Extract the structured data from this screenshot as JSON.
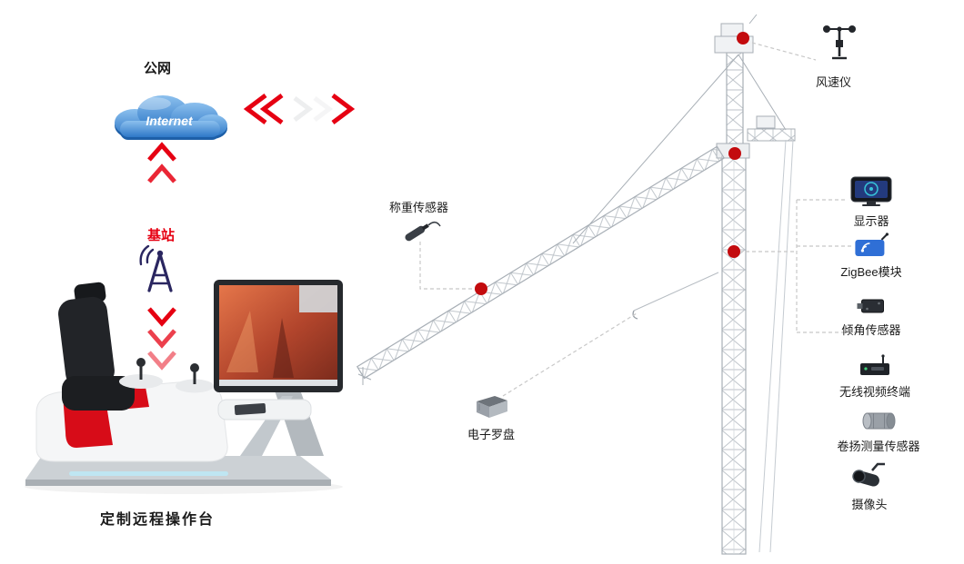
{
  "colors": {
    "accent_red": "#e60012",
    "marker_red": "#c30b0e",
    "cloud_blue_dark": "#1d5fa8",
    "cloud_blue_light": "#8cc0ee",
    "base_station_navy": "#2a2660",
    "crane_gray": "#a8afb6",
    "dashed_line_gray": "#c8c8c8"
  },
  "left_flow": {
    "public_network_label": "公网",
    "internet_label": "Internet",
    "base_station_label": "基站",
    "console_caption": "定制远程操作台"
  },
  "crane_callouts": {
    "anemometer_label": "风速仪",
    "load_sensor_label": "称重传感器",
    "compass_label": "电子罗盘"
  },
  "right_panel": {
    "items": [
      {
        "label": "显示器",
        "icon": "monitor-icon"
      },
      {
        "label": "ZigBee模块",
        "icon": "zigbee-module-icon"
      },
      {
        "label": "倾角传感器",
        "icon": "tilt-sensor-icon"
      },
      {
        "label": "无线视频终端",
        "icon": "wireless-video-terminal-icon"
      },
      {
        "label": "卷扬测量传感器",
        "icon": "winch-sensor-icon"
      },
      {
        "label": "摄像头",
        "icon": "camera-icon"
      }
    ]
  }
}
